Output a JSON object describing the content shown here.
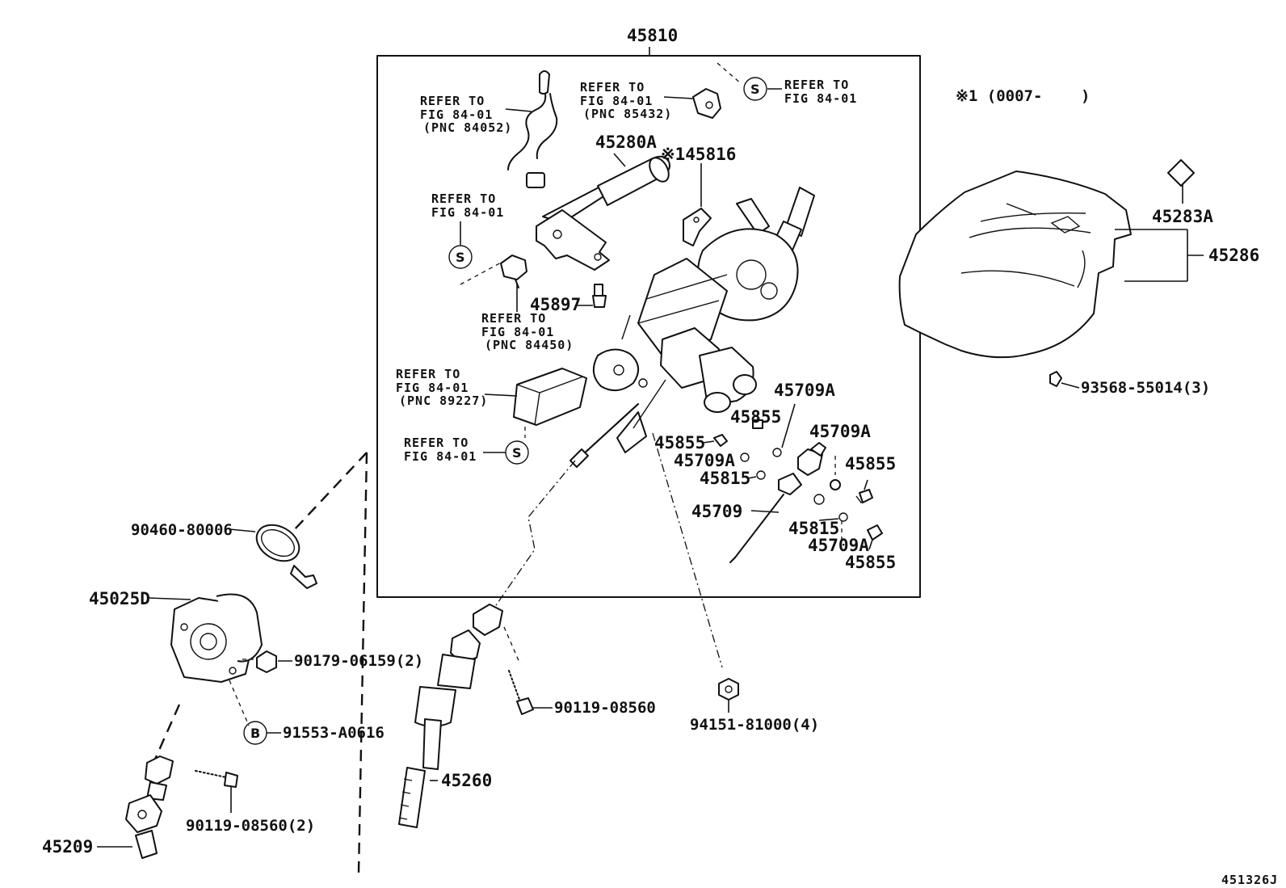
{
  "diagram": {
    "assembly_label": "45810",
    "note_label": "※1 (0007-",
    "note_close": ")",
    "figure_code": "451326J",
    "refer": {
      "wire": {
        "l1": "REFER TO",
        "l2": "FIG 84-01",
        "l3": "(PNC 84052)"
      },
      "sensor": {
        "l1": "REFER TO",
        "l2": "FIG 84-01",
        "l3": "(PNC 85432)"
      },
      "top_right": {
        "l1": "REFER TO",
        "l2": "FIG 84-01"
      },
      "mid_left": {
        "l1": "REFER TO",
        "l2": "FIG 84-01"
      },
      "switch": {
        "l1": "REFER TO",
        "l2": "FIG 84-01",
        "l3": "(PNC 84450)"
      },
      "ecu": {
        "l1": "REFER TO",
        "l2": "FIG 84-01",
        "l3": "(PNC 89227)"
      },
      "bottom": {
        "l1": "REFER TO",
        "l2": "FIG 84-01"
      }
    },
    "marks": {
      "s": "S",
      "b": "B"
    },
    "parts": {
      "p45280A": "45280A",
      "p45816": "※145816",
      "p45897": "45897",
      "p45709A_1": "45709A",
      "p45709A_2": "45709A",
      "p45709A_3": "45709A",
      "p45709A_4": "45709A",
      "p45855_1": "45855",
      "p45855_2": "45855",
      "p45855_3": "45855",
      "p45855_4": "45855",
      "p45815_1": "45815",
      "p45815_2": "45815",
      "p45709": "45709",
      "p45283A": "45283A",
      "p45286": "45286",
      "p93568": "93568-55014(3)",
      "p90460": "90460-80006",
      "p45025D": "45025D",
      "p90179": "90179-06159(2)",
      "p91553": "91553-A0616",
      "p90119a": "90119-08560",
      "p94151": "94151-81000(4)",
      "p45260": "45260",
      "p90119b": "90119-08560(2)",
      "p45209": "45209"
    }
  }
}
